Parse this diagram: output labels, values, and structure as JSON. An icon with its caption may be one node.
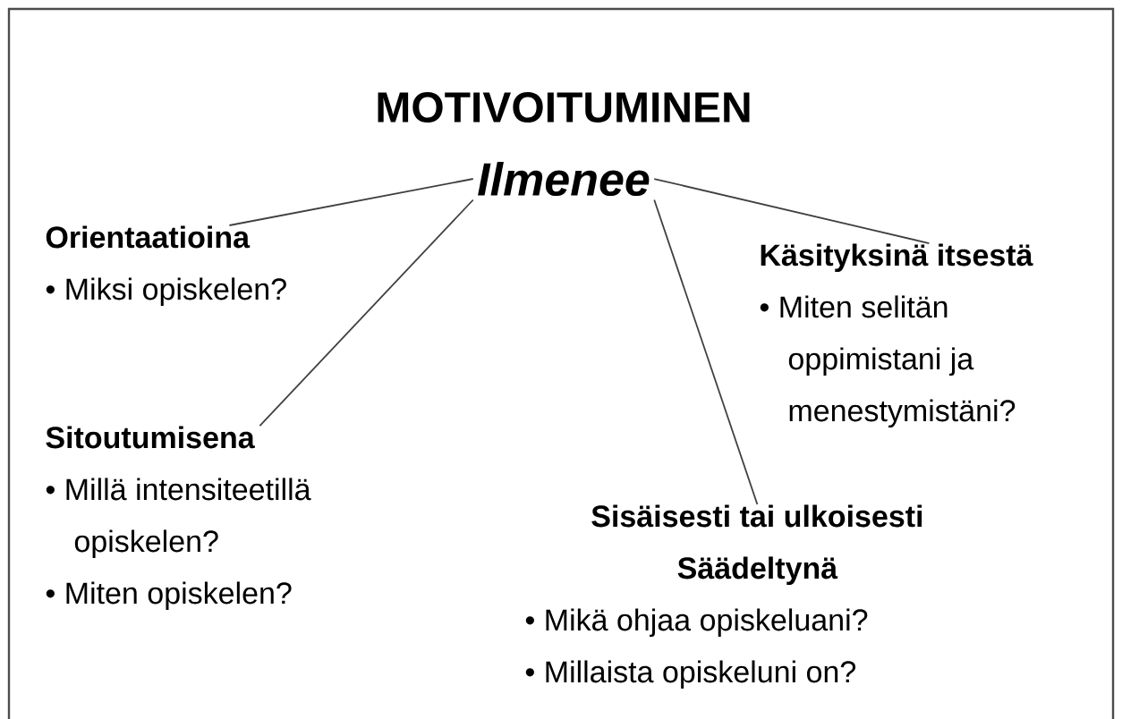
{
  "diagram": {
    "title": "MOTIVOITUMINEN",
    "nodes": [
      {
        "text": [
          "Ilmenee"
        ]
      },
      {
        "text": [
          "Orientaatioina",
          "• Miksi opiskelen?"
        ]
      },
      {
        "text": [
          "Käsityksinä itsestä",
          "• Miten selitän oppimistani ja menestymistäni?"
        ]
      },
      {
        "text": [
          "Sitoutumisena",
          "• Millä intensiteetillä opiskelen?",
          "• Miten opiskelen?"
        ]
      },
      {
        "text": [
          "Sisäisesti tai ulkoisesti Säädeltynä",
          "• Mikä ohjaa opiskeluani?",
          "• Millaista opiskeluni on?"
        ]
      }
    ],
    "edges": [
      {
        "from": 0,
        "to": 1,
        "arrow": "none"
      },
      {
        "from": 0,
        "to": 2,
        "arrow": "none"
      },
      {
        "from": 0,
        "to": 3,
        "arrow": "none"
      },
      {
        "from": 0,
        "to": 4,
        "arrow": "none"
      }
    ]
  }
}
